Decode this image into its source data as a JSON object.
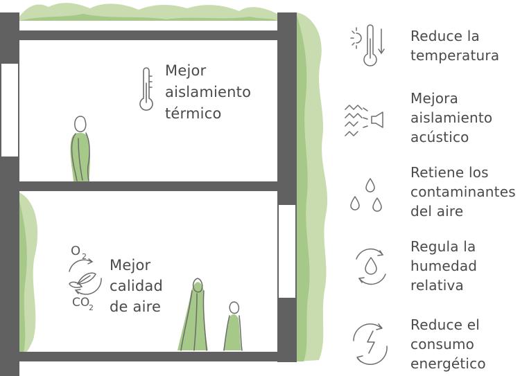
{
  "colors": {
    "wall": "#616161",
    "green_light": "#c9dcb0",
    "green_mid": "#a6c98a",
    "line": "#6b6b6b",
    "text": "#4a4a4a"
  },
  "room_labels": {
    "thermal": [
      "Mejor",
      "aislamiento",
      "térmico"
    ],
    "air": [
      "Mejor",
      "calidad",
      "de aire"
    ],
    "o2": "O",
    "o2_sub": "2",
    "co2": "CO",
    "co2_sub": "2"
  },
  "benefits": [
    {
      "icon": "thermometer-sun-icon",
      "lines": [
        "Reduce la",
        "temperatura"
      ]
    },
    {
      "icon": "sound-waves-speaker-icon",
      "lines": [
        "Mejora",
        "aislamiento",
        "acústico"
      ]
    },
    {
      "icon": "drops-icon",
      "lines": [
        "Retiene los",
        "contaminantes",
        "del aire"
      ]
    },
    {
      "icon": "cycle-drop-icon",
      "lines": [
        "Regula la",
        "humedad",
        "relativa"
      ]
    },
    {
      "icon": "cycle-lightning-icon",
      "lines": [
        "Reduce el",
        "consumo",
        "energético"
      ]
    }
  ]
}
